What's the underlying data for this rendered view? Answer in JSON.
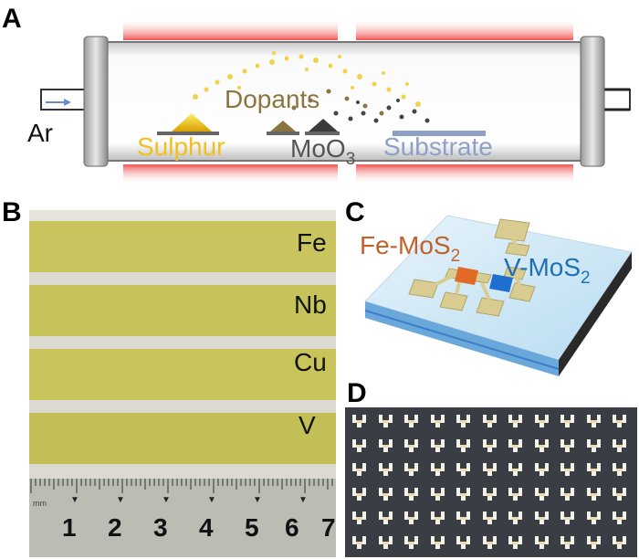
{
  "panels": {
    "a": {
      "letter": "A",
      "gas": "Ar",
      "dopants": "Dopants",
      "sulphur": "Sulphur",
      "moo3_base": "MoO",
      "moo3_sub": "3",
      "substrate": "Substrate"
    },
    "b": {
      "letter": "B",
      "strips": [
        "Fe",
        "Nb",
        "Cu",
        "V"
      ],
      "ruler_numbers": [
        "1",
        "2",
        "3",
        "4",
        "5",
        "6",
        "7"
      ],
      "ruler_unit": "mm"
    },
    "c": {
      "letter": "C",
      "fe_base": "Fe-MoS",
      "fe_sub": "2",
      "v_base": "V-MoS",
      "v_sub": "2"
    },
    "d": {
      "letter": "D"
    }
  },
  "colors": {
    "sulphur": "#f0c020",
    "moo3": "#555555",
    "substrate": "#8ea0c8",
    "dopants": "#8c7440",
    "fe_label": "#c0622c",
    "v_label": "#1f6fb5",
    "heater": "#f04040",
    "strip": "#c9c45e"
  }
}
